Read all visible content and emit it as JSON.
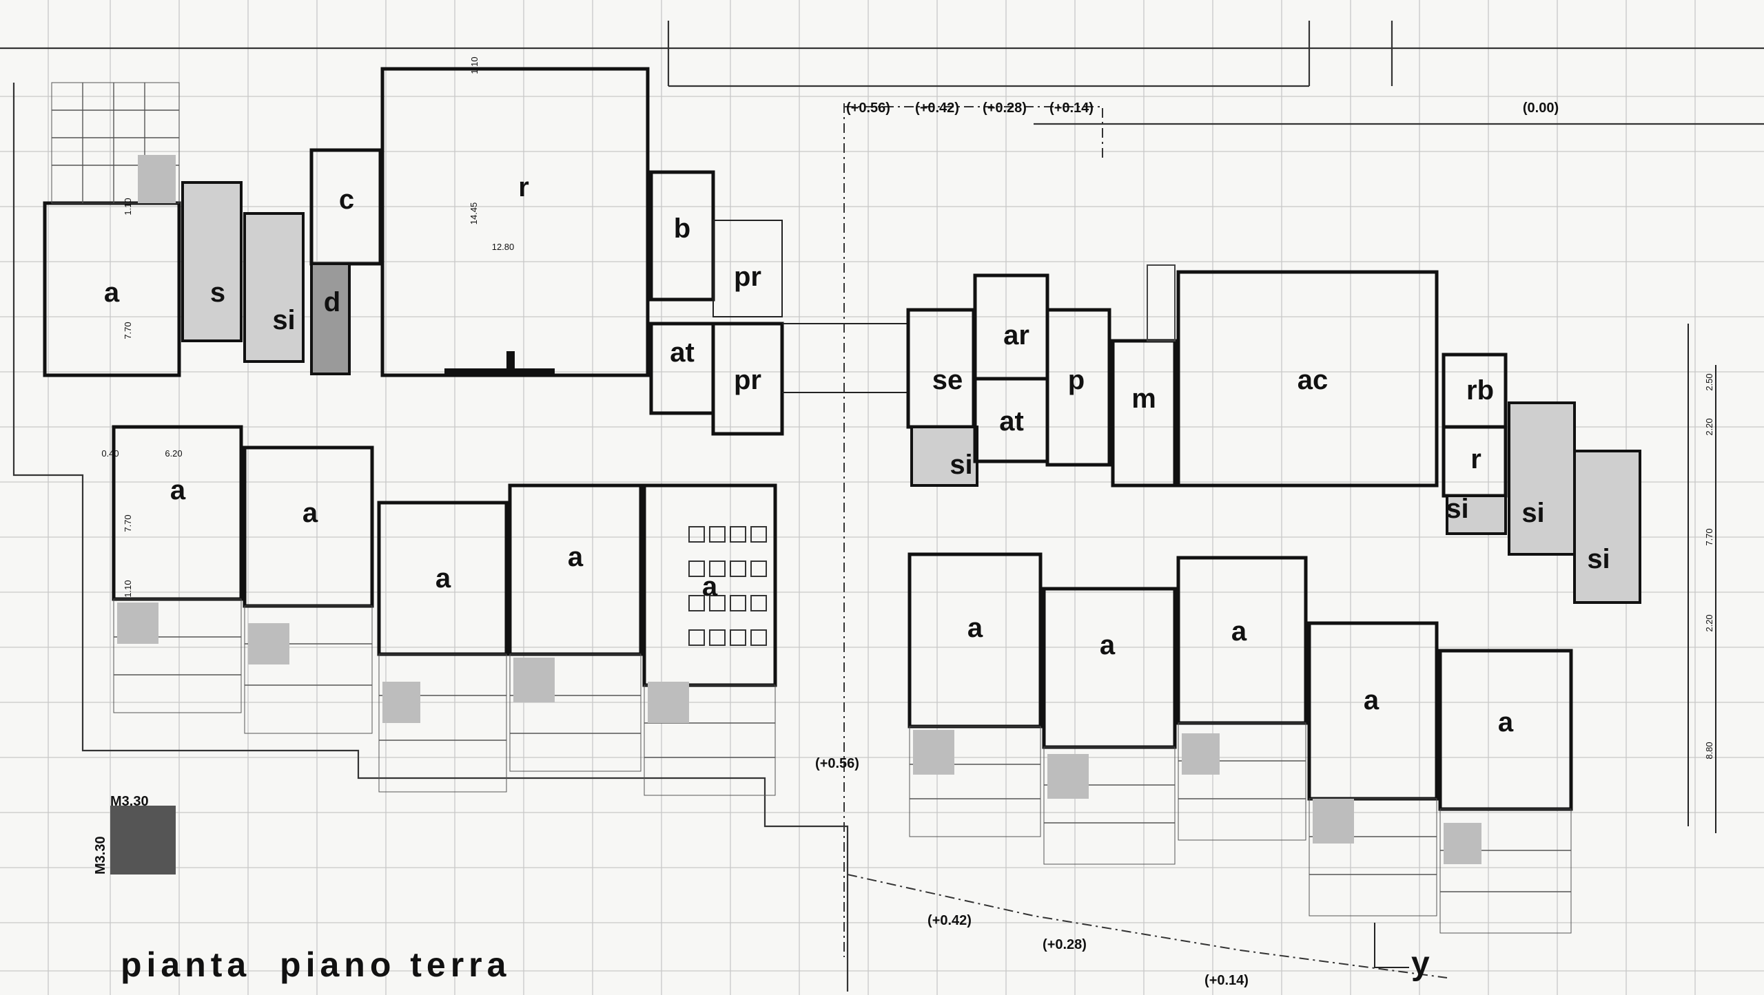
{
  "title": {
    "part1": "pianta",
    "part2": "piano terra"
  },
  "axis_label": "y",
  "scale": {
    "top": "M3.30",
    "side": "M3.30"
  },
  "levels": [
    "(+0.56)",
    "(+0.42)",
    "(+0.28)",
    "(+0.14)",
    "(0.00)",
    "(+0.56)",
    "(+0.42)",
    "(+0.28)",
    "(+0.14)"
  ],
  "rooms": {
    "r": "r",
    "c": "c",
    "b": "b",
    "d": "d",
    "s": "s",
    "si": "si",
    "pr": "pr",
    "at": "at",
    "ar": "ar",
    "se": "se",
    "p": "p",
    "m": "m",
    "ac": "ac",
    "rb": "rb",
    "a": "a"
  },
  "dimensions": {
    "d1": "1.10",
    "d2": "14.45",
    "d3": "12.80",
    "d4": "7.70",
    "d5": "0.40",
    "d6": "6.20",
    "d7": "7.70",
    "d8": "1.10",
    "d9": "2.50",
    "d10": "2.20",
    "d11": "7.70",
    "d12": "2.20",
    "d13": "8.80",
    "d14": "1.10"
  }
}
